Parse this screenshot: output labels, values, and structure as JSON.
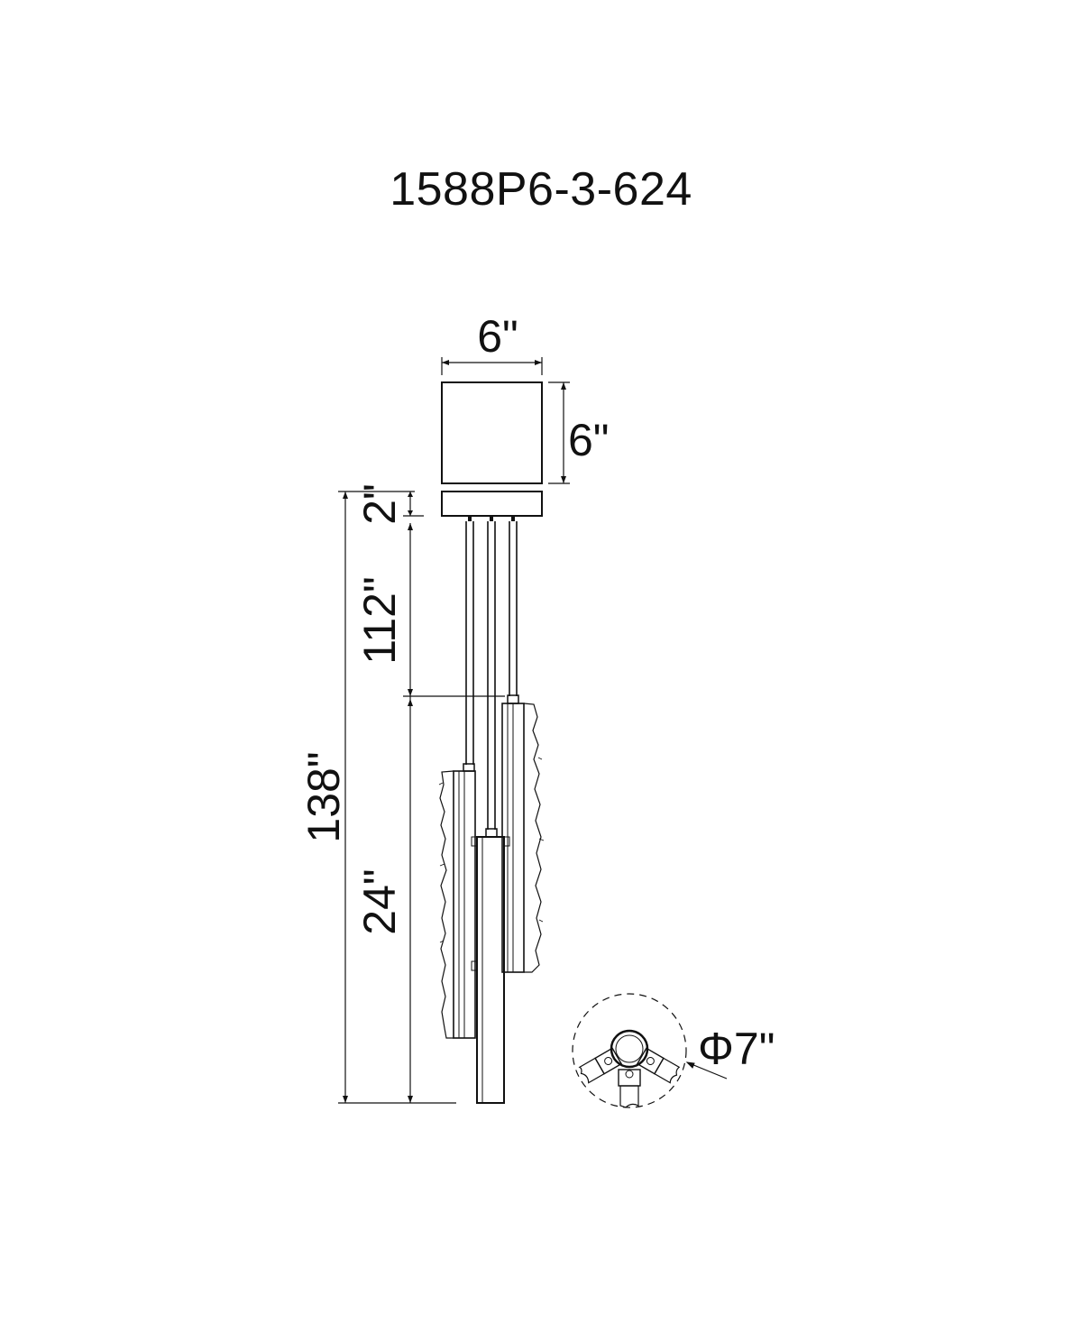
{
  "title": "1588P6-3-624",
  "dimensions": {
    "canopy_width": "6\"",
    "canopy_height": "6\"",
    "mount_height": "2\"",
    "cable_length": "112\"",
    "overall_height": "138\"",
    "fixture_height": "24\"",
    "diameter": "Φ7\""
  }
}
